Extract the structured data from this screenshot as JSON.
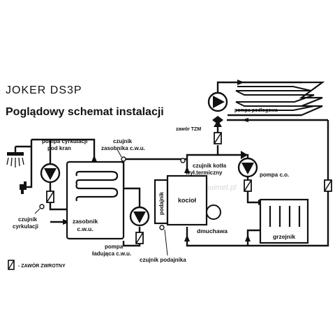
{
  "header": {
    "model": "JOKER DS3P",
    "title": "Poglądowy schemat instalacji"
  },
  "labels": {
    "pompa_cyrkulacji_1": "pompa cyrkulacji",
    "pompa_cyrkulacji_2": "pod kran",
    "czujnik_zasobnika_1": "czujnik",
    "czujnik_zasobnika_2": "zasobnika c.w.u.",
    "czujnik_cyrkulacji_1": "czujnik",
    "czujnik_cyrkulacji_2": "cyrkulacji",
    "zasobnik_1": "zasobnik",
    "zasobnik_2": "c.w.u.",
    "pompa_ladujaca_1": "pompa",
    "pompa_ladujaca_2": "ładująca c.w.u.",
    "czujnik_podajnika": "czujnik podajnika",
    "podajnik": "podajnik",
    "kociol": "kocioł",
    "dmuchawa": "dmuchawa",
    "czujnik_kotla_1": "czujnik kotła",
    "czujnik_kotla_2": "wył.termiczny",
    "pompa_co": "pompa c.o.",
    "grzejnik": "grzejnik",
    "zawor_tzm": "zawór TZM",
    "pompa_podlogowa": "pompa podłogowa"
  },
  "legend": {
    "zawor_zwrotny": "- ZAWÓR ZWROTNY"
  },
  "watermark": "www.128.phuimet.pl"
}
